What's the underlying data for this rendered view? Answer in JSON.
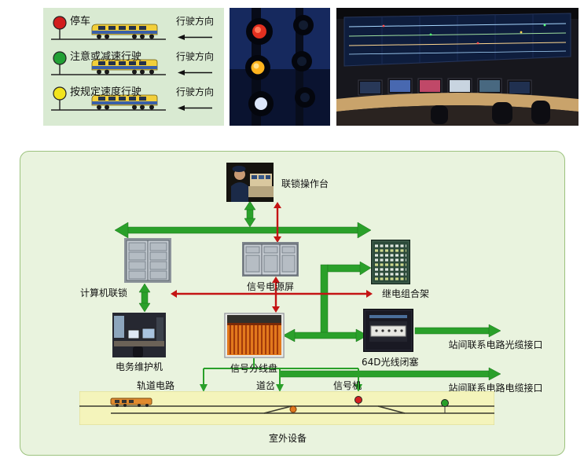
{
  "colors": {
    "green_arrow": "#2aa02a",
    "red_arrow": "#c41414",
    "legend_bg": "#d9ead2",
    "diagram_bg": "#e9f3de",
    "outdoor_strip_bg": "#f4f4bb"
  },
  "legend": {
    "rows": [
      {
        "label": "停车",
        "signal_color": "#d11d1d",
        "direction_label": "行驶方向"
      },
      {
        "label": "注意或减速行驶",
        "signal_color": "#22a035",
        "direction_label": "行驶方向"
      },
      {
        "label": "按规定速度行驶",
        "signal_color": "#f2e41c",
        "direction_label": "行驶方向"
      }
    ]
  },
  "diagram": {
    "nodes": {
      "console": {
        "label": "联锁操作台"
      },
      "computer_interlock": {
        "label": "计算机联锁"
      },
      "power_screen": {
        "label": "信号电源屏"
      },
      "relay_rack": {
        "label": "继电组合架"
      },
      "maintenance": {
        "label": "电务维护机"
      },
      "distribution": {
        "label": "信号分线盘"
      },
      "block_64d": {
        "label": "64D光线闭塞"
      }
    },
    "interfaces": {
      "optical": {
        "label": "站间联系电路光缆接口"
      },
      "cable": {
        "label": "站间联系电路电缆接口"
      }
    },
    "outdoor": {
      "track_circuit": "轨道电路",
      "turnout": "道岔",
      "signal_machine": "信号机",
      "caption": "室外设备"
    }
  }
}
